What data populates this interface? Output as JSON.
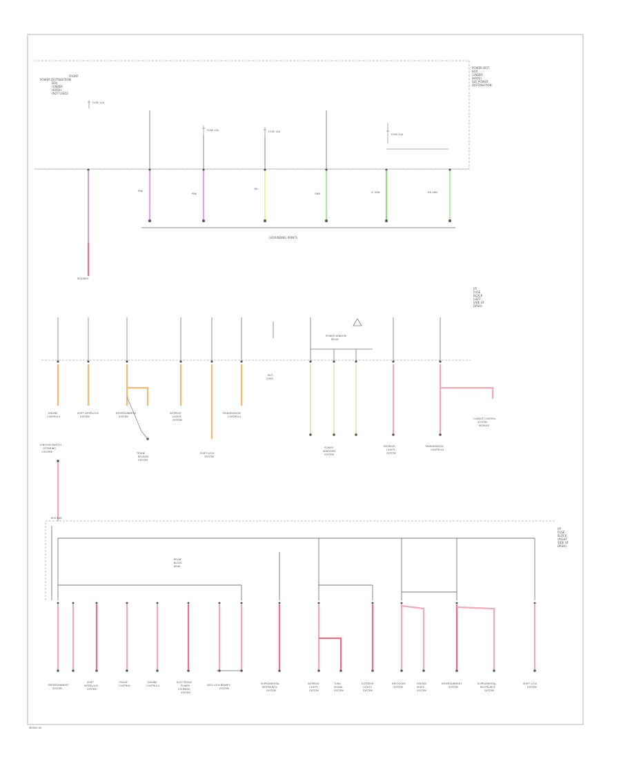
{
  "page": {
    "footer_code": "W0000-00"
  },
  "top_box": {
    "left_label": [
      "FRONT",
      "POWER DISTRIBUTION",
      "BOX",
      "(UNDER",
      "HOOD)",
      "(NOT USED)"
    ],
    "right_label": [
      "POWER DIST.",
      "BOX",
      "(UNDER",
      "HOOD)",
      "SEE POWER",
      "DISTRIBUTION"
    ],
    "fuse_labels": [
      "FUSE 10A",
      "FUSE 15A",
      "FUSE 15A",
      "FUSE 20A"
    ],
    "wire_labels": [
      "PNK",
      "PNK",
      "YEL",
      "GRN",
      "LT GRN",
      "DK GRN"
    ],
    "grounding_label": "GROUNDING POINTS",
    "red_wire_bottom_label": "RED/WHT"
  },
  "mid_box": {
    "right_label": [
      "I/P",
      "FUSE",
      "BLOCK",
      "(LEFT",
      "SIDE OF",
      "DASH)"
    ],
    "component_labels": [
      [
        "ENGINE",
        "CONTROLS"
      ],
      [
        "SHIFT INTERLOCK",
        "SYSTEM"
      ],
      [
        "ENTERTAINMENT",
        "SYSTEM"
      ],
      [
        "INTERIOR",
        "LIGHTS",
        "SYSTEM"
      ],
      [
        "TRANSMISSION",
        "CONTROLS"
      ],
      [
        "NOT",
        "USED"
      ],
      [
        "POWER",
        "WINDOWS",
        "SYSTEM"
      ],
      [
        "INTERIOR",
        "LIGHTS",
        "SYSTEM"
      ],
      [
        "TRANSMISSION",
        "CONTROLS"
      ],
      [
        "CLIMATE CONTROL",
        "SYSTEM",
        "MODULE"
      ]
    ],
    "lower_labels": [
      [
        "TRUNK",
        "RELEASE",
        "SYSTEM"
      ],
      [
        "SHIFT LOCK",
        "SYSTEM"
      ]
    ],
    "relay_label": [
      "POWER WINDOW",
      "RELAY"
    ]
  },
  "ignition_label": [
    "IGNITION SWITCH",
    "(STEERING",
    "COLUMN)"
  ],
  "bottom_box": {
    "right_label": [
      "I/P",
      "FUSE",
      "BLOCK",
      "(RIGHT",
      "SIDE OF",
      "DASH)"
    ],
    "bus_label": "BUS BAR",
    "relay_label": [
      "RELAY",
      "BLOCK",
      "REAR"
    ],
    "component_labels": [
      [
        "ENTERTAINMENT",
        "SYSTEM"
      ],
      [
        "SHIFT",
        "INTERLOCK",
        "SYSTEM"
      ],
      [
        "CRUISE",
        "CONTROL"
      ],
      [
        "ENGINE",
        "CONTROLS"
      ],
      [
        "ELECTRONIC",
        "POWER",
        "STEERING",
        "SYSTEM"
      ],
      [
        "ANTI-LOCK BRAKES",
        "SYSTEM"
      ],
      [
        "SUPPLEMENTAL",
        "RESTRAINTS",
        "SYSTEM"
      ],
      [
        "INTERIOR",
        "LIGHTS",
        "SYSTEM"
      ],
      [
        "TURN",
        "SIGNAL",
        "SYSTEM"
      ],
      [
        "EXTERIOR",
        "LIGHTS",
        "SYSTEM"
      ],
      [
        "DEFOGGER",
        "SYSTEM"
      ],
      [
        "HEATED",
        "SEATS",
        "SYSTEM"
      ],
      [
        "ENTERTAINMENT",
        "SYSTEM"
      ],
      [
        "SUPPLEMENTAL",
        "RESTRAINTS",
        "SYSTEM"
      ],
      [
        "SHIFT LOCK",
        "SYSTEM"
      ]
    ]
  },
  "colors": {
    "frame": "#aaaaaa",
    "pink": "#f4a7b5",
    "hotpink": "#f06b8a",
    "violet": "#e9a0e9",
    "yellow": "#f2f2a0",
    "green": "#a8e8a0",
    "orange": "#f7b870",
    "cream": "#ece7bf",
    "purple": "#c8a0d8"
  }
}
